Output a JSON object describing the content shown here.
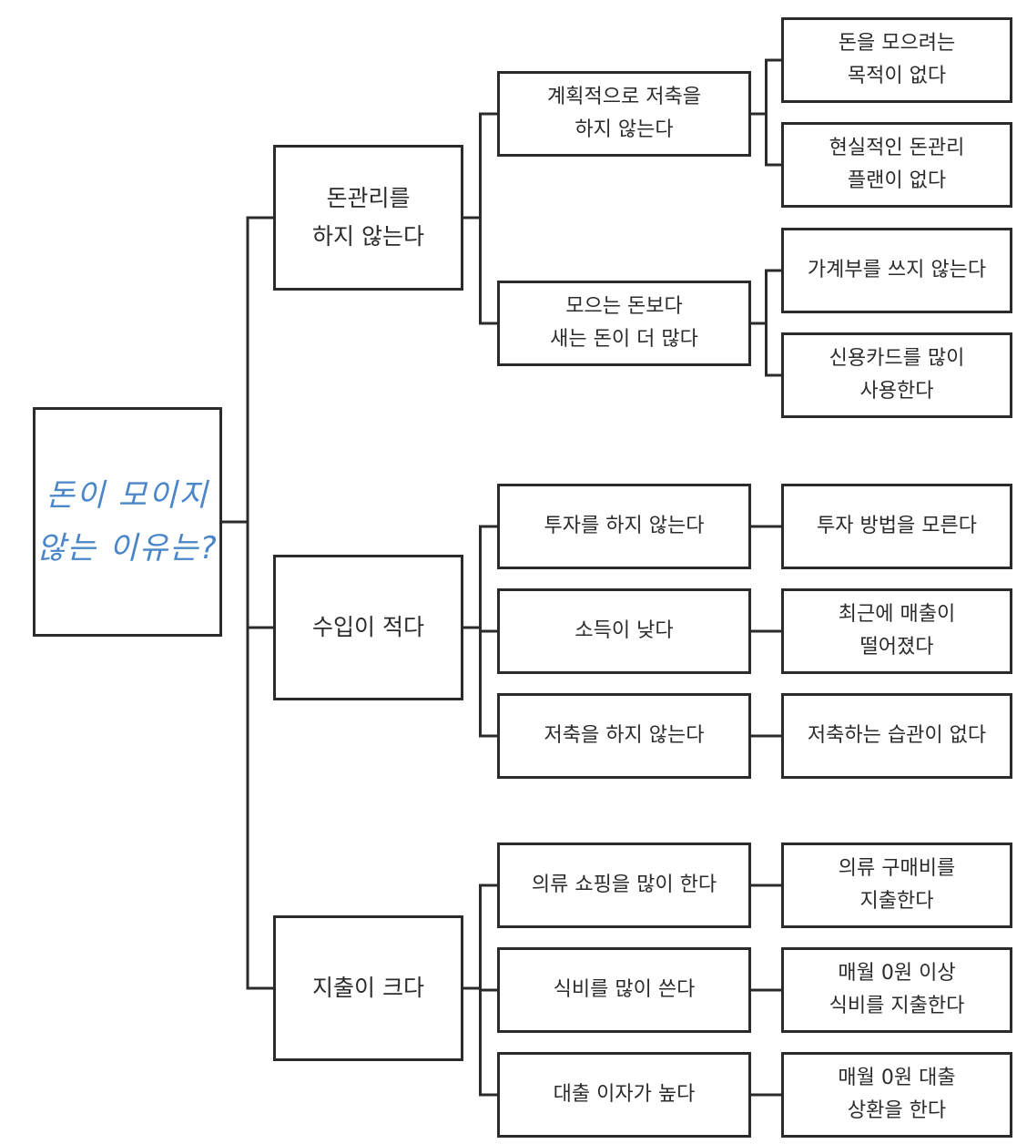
{
  "colors": {
    "ink": "#2b2b2b",
    "root_text": "#4a86c8"
  },
  "root": {
    "label": "돈이 모이지\n않는 이유는?"
  },
  "branches": [
    {
      "label": "돈관리를\n하지 않는다",
      "children": [
        {
          "label": "계획적으로 저축을\n하지 않는다",
          "leaves": [
            "돈을 모으려는\n목적이 없다",
            "현실적인 돈관리\n플랜이 없다"
          ]
        },
        {
          "label": "모으는 돈보다\n새는 돈이 더 많다",
          "leaves": [
            "가계부를 쓰지 않는다",
            "신용카드를 많이\n사용한다"
          ]
        }
      ]
    },
    {
      "label": "수입이 적다",
      "children": [
        {
          "label": "투자를 하지 않는다",
          "leaves": [
            "투자 방법을 모른다"
          ]
        },
        {
          "label": "소득이 낮다",
          "leaves": [
            "최근에 매출이\n떨어졌다"
          ]
        },
        {
          "label": "저축을 하지 않는다",
          "leaves": [
            "저축하는 습관이 없다"
          ]
        }
      ]
    },
    {
      "label": "지출이 크다",
      "children": [
        {
          "label": "의류 쇼핑을 많이 한다",
          "leaves": [
            "의류 구매비를\n지출한다"
          ]
        },
        {
          "label": "식비를 많이 쓴다",
          "leaves": [
            "매월 0원 이상\n식비를 지출한다"
          ]
        },
        {
          "label": "대출 이자가 높다",
          "leaves": [
            "매월 0원 대출\n상환을 한다"
          ]
        }
      ]
    }
  ]
}
